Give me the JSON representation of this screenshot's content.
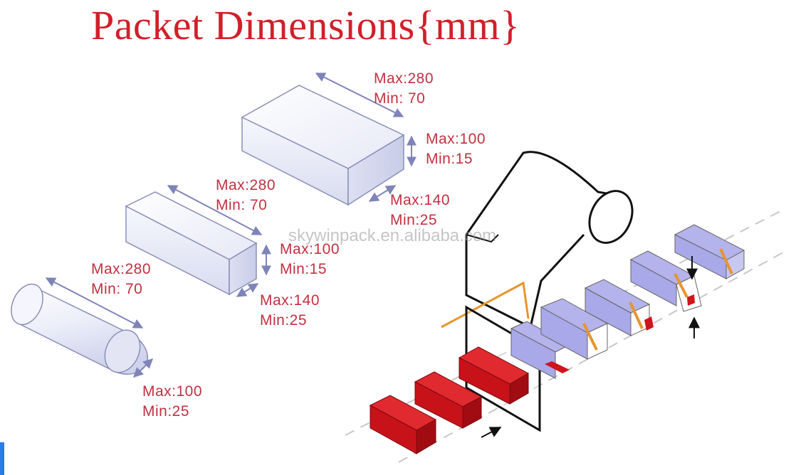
{
  "title": "Packet Dimensions{mm}",
  "watermark": "skywinpack.en.alibaba.com",
  "packets": {
    "large_box": {
      "length_max": "Max:280",
      "length_min": "Min: 70",
      "height_max": "Max:100",
      "height_min": "Min:15",
      "width_max": "Max:140",
      "width_min": "Min:25"
    },
    "medium_box": {
      "length_max": "Max:280",
      "length_min": "Min: 70",
      "height_max": "Max:100",
      "height_min": "Min:15",
      "width_max": "Max:140",
      "width_min": "Min:25"
    },
    "cylinder": {
      "length_max": "Max:280",
      "length_min": "Min: 70",
      "diameter_max": "Max:100",
      "diameter_min": "Min:25"
    }
  },
  "colors": {
    "title": "#d0202a",
    "label": "#c23040",
    "arrow": "#7f84b8",
    "box_fill": "#eef0fa",
    "product_red": "#d0141c",
    "film_purple": "#a9a8e8",
    "seal_orange": "#e6952e"
  }
}
